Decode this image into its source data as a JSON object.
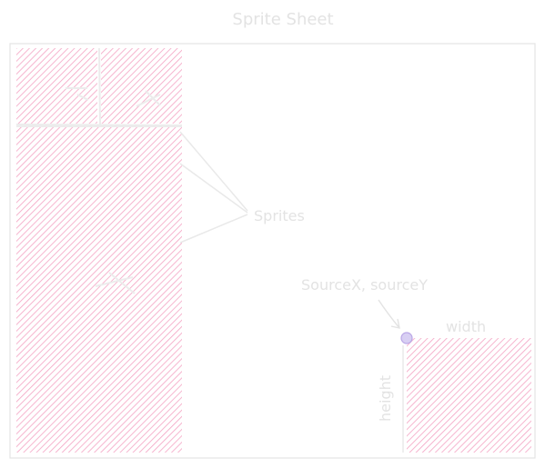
{
  "diagram": {
    "title": "Sprite Sheet",
    "sprites_label": "Sprites",
    "source_label": "SourceX, sourceY",
    "width_label": "width",
    "height_label": "height",
    "colors": {
      "hatch": "#f4a3c3",
      "frame": "#e6e6e6",
      "text": "#e3e3e3",
      "marker": "#b9a6e6"
    }
  }
}
